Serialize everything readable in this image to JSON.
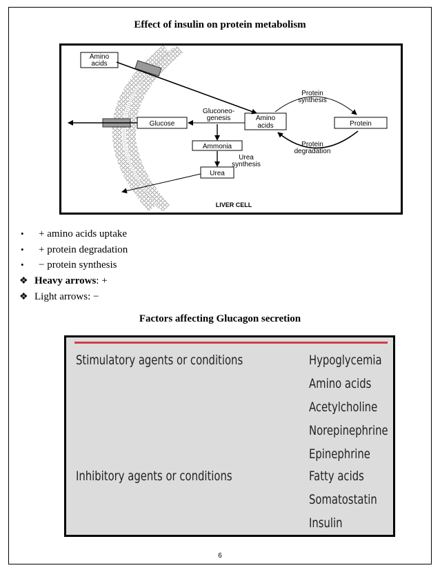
{
  "title": "Effect of insulin on protein metabolism",
  "diagram": {
    "amino_acids_outside": [
      "Amino",
      "acids"
    ],
    "glucose": "Glucose",
    "gluconeogenesis": [
      "Gluconeo-",
      "genesis"
    ],
    "amino_acids_center": [
      "Amino",
      "acids"
    ],
    "protein_synthesis": [
      "Protein",
      "synthesis"
    ],
    "protein": "Protein",
    "protein_degradation": [
      "Protein",
      "degradation"
    ],
    "ammonia": "Ammonia",
    "urea_synthesis": [
      "Urea",
      "synthesis"
    ],
    "urea": "Urea",
    "cell_label": "LIVER CELL"
  },
  "bullets": [
    {
      "symbol": "•",
      "text": "+ amino acids uptake"
    },
    {
      "symbol": "•",
      "text": "+ protein degradation"
    },
    {
      "symbol": "•",
      "text": "− protein synthesis"
    }
  ],
  "legend": [
    {
      "symbol": "❖",
      "bold": "Heavy arrows",
      "text": ": +"
    },
    {
      "symbol": "❖",
      "bold": "",
      "text": "Light arrows: −"
    }
  ],
  "title2": "Factors affecting Glucagon secretion",
  "glucagon": {
    "stimulatory_label": "Stimulatory agents or conditions",
    "inhibitory_label": "Inhibitory agents or conditions",
    "stimulatory_items": [
      "Hypoglycemia",
      "Amino acids",
      "Acetylcholine",
      "Norepinephrine",
      "Epinephrine"
    ],
    "inhibitory_items": [
      "Fatty acids",
      "Somatostatin",
      "Insulin"
    ],
    "accent_color": "#d23a4a"
  },
  "page_number": "6"
}
